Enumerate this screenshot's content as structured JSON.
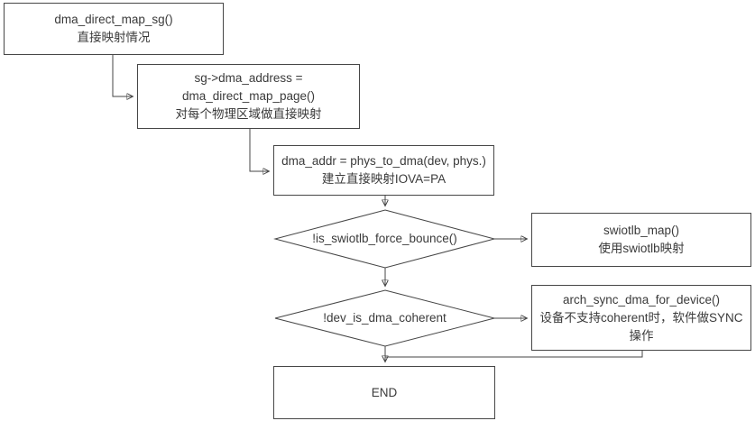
{
  "diagram": {
    "kind": "flowchart",
    "topic": "dma_direct_map_sg direct mapping flow"
  },
  "colors": {
    "background": "#ffffff",
    "stroke": "#464646",
    "text": "#3a3a3a"
  },
  "nodes": {
    "start": {
      "type": "process",
      "lines": [
        "dma_direct_map_sg()",
        "直接映射情况"
      ]
    },
    "map_page": {
      "type": "process",
      "lines": [
        "sg->dma_address =",
        "dma_direct_map_page()",
        "对每个物理区域做直接映射"
      ]
    },
    "phys_to_dma": {
      "type": "process",
      "lines": [
        "dma_addr = phys_to_dma(dev, phys.)",
        "建立直接映射IOVA=PA"
      ]
    },
    "swiotlb_decision": {
      "type": "decision",
      "label": "!is_swiotlb_force_bounce()"
    },
    "swiotlb_map": {
      "type": "process",
      "lines": [
        "swiotlb_map()",
        "使用swiotlb映射"
      ]
    },
    "coherent_decision": {
      "type": "decision",
      "label": "!dev_is_dma_coherent"
    },
    "arch_sync": {
      "type": "process",
      "lines": [
        "arch_sync_dma_for_device()",
        "设备不支持coherent时，软件做SYNC操作"
      ]
    },
    "end": {
      "type": "terminator",
      "lines": [
        "END"
      ]
    }
  }
}
